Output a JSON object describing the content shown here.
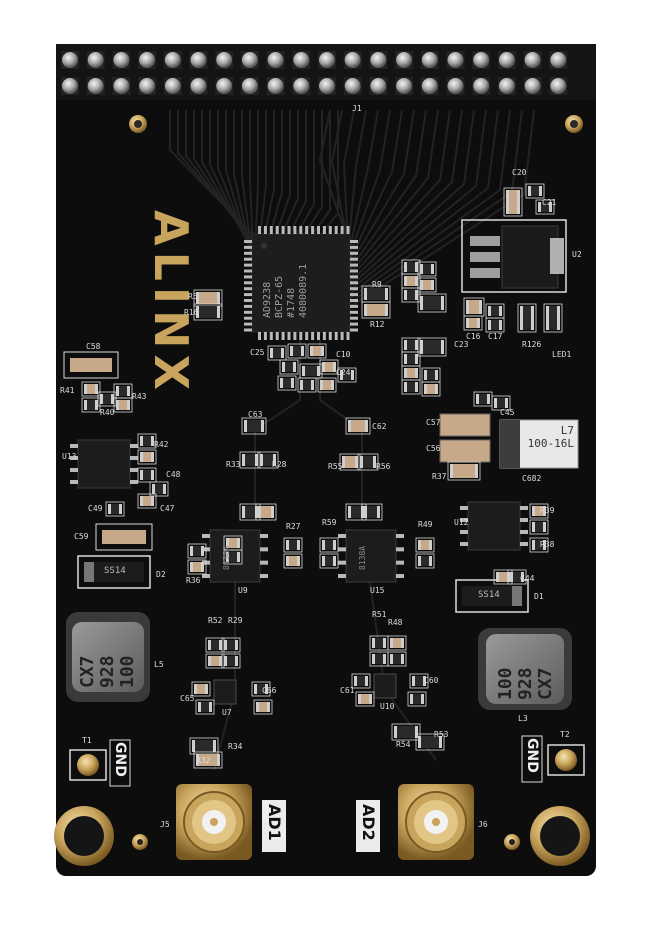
{
  "board": {
    "brand": "ALINX",
    "header_label": "J1",
    "chip_main": {
      "line1": "AD9238",
      "line2": "BCPZ-65",
      "line3": "#1748",
      "line4": "4080089.1"
    },
    "regulator_label": "U2",
    "left_inductor": {
      "line1": "CX7",
      "line2": "928",
      "line3": "100"
    },
    "right_inductor": {
      "line1": "100",
      "line2": "928",
      "line3": "CX7"
    },
    "tant_cap": {
      "line1": "L7",
      "line2": "100-16L"
    },
    "diode_left": "SS14",
    "diode_right": "SS14",
    "amp_left": "8138A",
    "amp_right": "8138A",
    "gnd_left": "GND",
    "gnd_right": "GND",
    "ad1": "AD1",
    "ad2": "AD2",
    "refs": {
      "j5": "J5",
      "j6": "J6",
      "t1": "T1",
      "t2": "T2",
      "u13": "U13",
      "u12": "U12",
      "u9": "U9",
      "u15": "U15",
      "l5": "L5",
      "l3": "L3",
      "d1": "D1",
      "d2": "D2",
      "led1": "LED1",
      "c682": "C682",
      "r5": "R5",
      "r16": "R16",
      "r9": "R9",
      "r12": "R12",
      "c58": "C58",
      "r41": "R41",
      "r43": "R43",
      "r40": "R40",
      "r42": "R42",
      "c48": "C48",
      "c49": "C49",
      "c47": "C47",
      "c59": "C59",
      "c63": "C63",
      "c62": "C62",
      "r33": "R33",
      "r28": "R28",
      "r55": "R55",
      "r56": "R56",
      "r27": "R27",
      "r36": "R36",
      "r59": "R59",
      "r49": "R49",
      "r52": "R52",
      "r29": "R29",
      "r51": "R51",
      "r48": "R48",
      "r34": "R34",
      "r32": "R32",
      "r54": "R54",
      "r53": "R53",
      "c45": "C45",
      "c44": "C44",
      "c57": "C57",
      "c56": "C56",
      "r37": "R37",
      "r39": "R39",
      "r38": "R38",
      "r126": "R126",
      "c20": "C20",
      "c21": "C21",
      "c25": "C25",
      "c24": "C24",
      "c10": "C10",
      "c16": "C16",
      "c17": "C17",
      "c23": "C23",
      "c65": "C65",
      "c66": "C66",
      "c60": "C60",
      "c61": "C61",
      "u7": "U7",
      "u10": "U10"
    }
  },
  "colors": {
    "pcb": "#0d0d0d",
    "gold": "#c9a45c",
    "silk": "#e6e6e6",
    "chip": "#1f1f1f",
    "pin": "#b9b9b9",
    "ceramic": "#c7a98a",
    "resistor": "#2a2a2a"
  }
}
